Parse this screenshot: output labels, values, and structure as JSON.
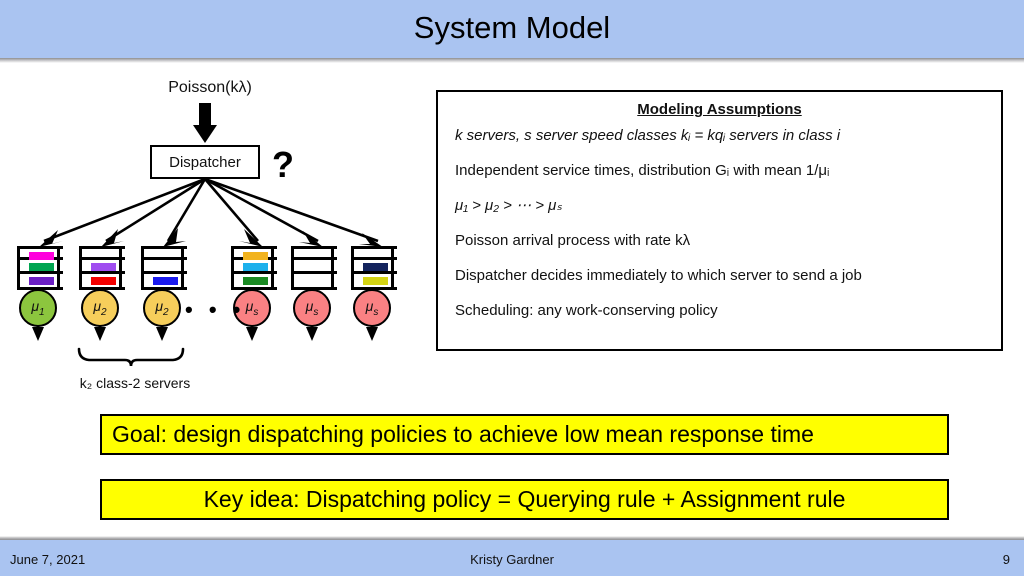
{
  "slide": {
    "title": "System Model",
    "title_bar_color": "#aac4f1"
  },
  "diagram": {
    "arrival_label": "Poisson(kλ)",
    "dispatcher_label": "Dispatcher",
    "question_mark": "?",
    "ellipsis": "• • •",
    "brace_caption": "k₂ class-2 servers",
    "queues": [
      {
        "jobs": [
          {
            "row": 0,
            "color": "#ff00dd"
          },
          {
            "row": 1,
            "color": "#00a550"
          },
          {
            "row": 2,
            "color": "#6b1fc4"
          }
        ]
      },
      {
        "jobs": [
          {
            "row": 1,
            "color": "#a04df0"
          },
          {
            "row": 2,
            "color": "#f40000"
          }
        ]
      },
      {
        "jobs": [
          {
            "row": 2,
            "color": "#1a1aee"
          }
        ]
      },
      {
        "jobs": [
          {
            "row": 0,
            "color": "#f2b31e"
          },
          {
            "row": 1,
            "color": "#1cb0ec"
          },
          {
            "row": 2,
            "color": "#1a8a23"
          }
        ]
      },
      {
        "jobs": []
      },
      {
        "jobs": [
          {
            "row": 1,
            "color": "#14245e"
          },
          {
            "row": 2,
            "color": "#d3d314"
          }
        ]
      }
    ],
    "servers": [
      {
        "label": "μ",
        "sub": "1",
        "color": "#8cc63e"
      },
      {
        "label": "μ",
        "sub": "2",
        "color": "#f6ce5b"
      },
      {
        "label": "μ",
        "sub": "2",
        "color": "#f6ce5b"
      },
      {
        "label": "μ",
        "sub": "s",
        "color": "#fa8183"
      },
      {
        "label": "μ",
        "sub": "s",
        "color": "#fa8183"
      },
      {
        "label": "μ",
        "sub": "s",
        "color": "#fa8183"
      }
    ]
  },
  "assumptions": {
    "heading": "Modeling Assumptions",
    "lines": [
      "k servers, s server speed classes kᵢ = kqᵢ servers in class i",
      "Independent service times, distribution Gᵢ with mean  1/μᵢ",
      "μ₁ > μ₂ > ⋯ > μₛ",
      "Poisson arrival process with rate kλ",
      "Dispatcher decides immediately to which server to send a job",
      "Scheduling: any work-conserving policy"
    ]
  },
  "highlights": {
    "goal": "Goal: design dispatching policies to achieve low mean response time",
    "key_idea": "Key idea: Dispatching policy = Querying rule + Assignment rule",
    "color": "#ffff00"
  },
  "footer": {
    "date": "June 7, 2021",
    "author": "Kristy Gardner",
    "page": "9"
  }
}
